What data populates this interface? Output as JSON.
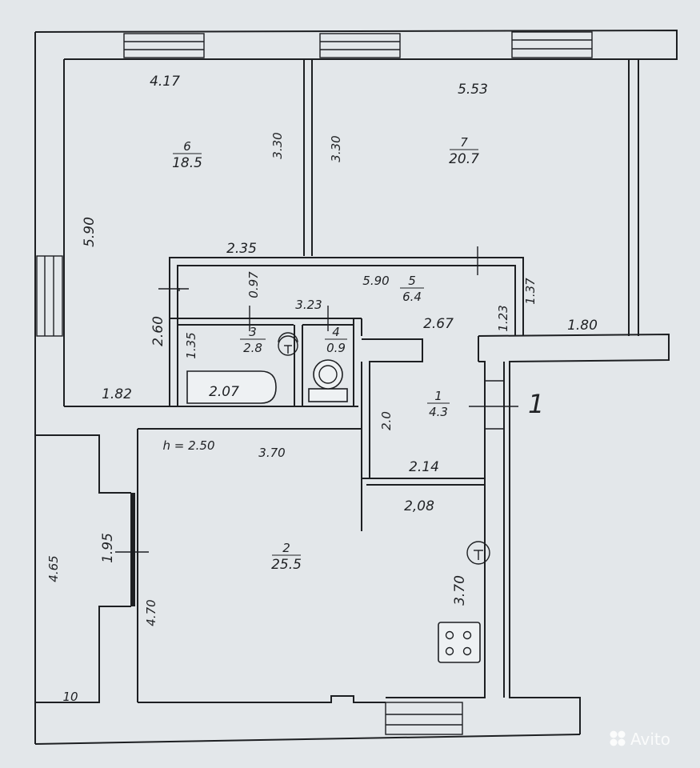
{
  "rooms": [
    {
      "id": "6",
      "number": "6",
      "area": "18.5"
    },
    {
      "id": "7",
      "number": "7",
      "area": "20.7"
    },
    {
      "id": "5",
      "number": "5",
      "area": "6.4"
    },
    {
      "id": "3",
      "number": "3",
      "area": "2.8"
    },
    {
      "id": "4",
      "number": "4",
      "area": "0.9"
    },
    {
      "id": "1",
      "number": "1",
      "area": "4.3"
    },
    {
      "id": "2",
      "number": "2",
      "area": "25.5"
    }
  ],
  "dimensions": {
    "r6_width": "4.17",
    "r6_height": "5.90",
    "r6_inner": "3.30",
    "r7_inner": "3.30",
    "r7_width": "5.53",
    "hall_top": "2.35",
    "hall_small": "0.97",
    "r5_len": "5.90",
    "r5_right": "1.37",
    "baths_width": "3.23",
    "hall_left": "2.60",
    "bath_h": "1.35",
    "hall_mid": "2.67",
    "hall_right": "1.23",
    "r7_tail": "1.80",
    "tub": "2.07",
    "left_bottom": "1.82",
    "corr": "2.0",
    "height_note": "h = 2.50",
    "r2_top": "3.70",
    "r1_bottom": "2.14",
    "r2_kitchen": "2,08",
    "left_window": "1.95",
    "left_tall": "4.65",
    "r2_left": "4.70",
    "r2_right": "3.70",
    "bottom_small": "10"
  },
  "section_marker": "1",
  "watermark": "Avito",
  "colors": {
    "paper": "#e3e7ea",
    "ink": "#1d1f22"
  }
}
